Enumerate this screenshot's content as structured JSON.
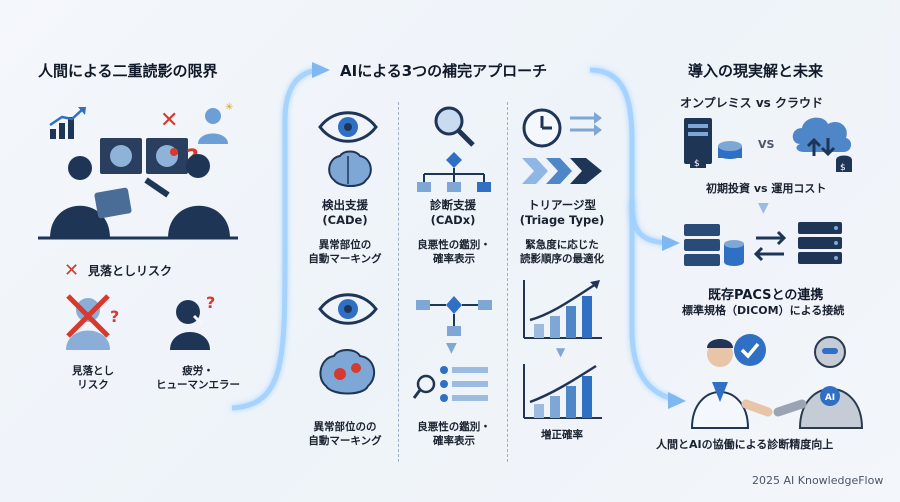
{
  "left": {
    "title": "人間による二重読影の限界",
    "risk_header": "見落としリスク",
    "item1": "見落とし\nリスク",
    "item2": "疲労・\nヒューマンエラー"
  },
  "middle": {
    "title": "AIによる3つの補完アプローチ",
    "col1": {
      "title": "検出支援\n(CADe)",
      "desc": "異常部位の\n自動マーキング",
      "desc2": "異常部位のの\n自動マーキング"
    },
    "col2": {
      "title": "診断支援\n(CADx)",
      "desc": "良悪性の鑑別・\n確率表示",
      "desc2": "良悪性の鑑別・\n確率表示"
    },
    "col3": {
      "title": "トリアージ型\n(Triage Type)",
      "desc": "緊急度に応じた\n読影順序の最適化",
      "desc2": "増正確率"
    }
  },
  "right": {
    "title": "導入の現実解と未来",
    "sub1": "オンプレミス vs クラウド",
    "vs": "VS",
    "cost": "初期投資 vs 運用コスト",
    "pacs_title": "既存PACSとの連携",
    "pacs_desc": "標準規格（DICOM）による接続",
    "robot_label": "AI",
    "bottom": "人間とAIの協働による診断精度向上"
  },
  "footer": "2025 AI KnowledgeFlow",
  "colors": {
    "navy": "#1f3556",
    "blue": "#2f6fc4",
    "light": "#7fb2ea",
    "red": "#d63a2f",
    "glow": "#9fd0ff"
  }
}
